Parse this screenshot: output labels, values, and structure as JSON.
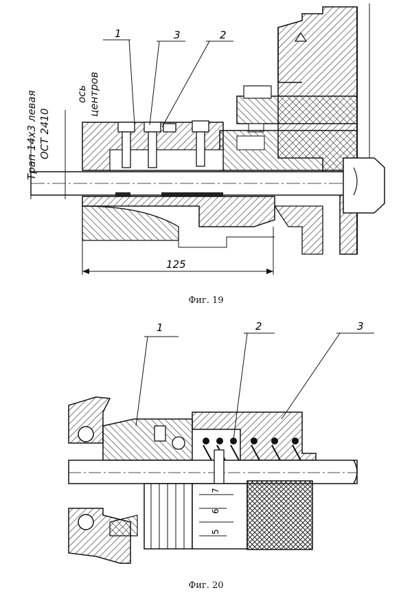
{
  "figure19": {
    "caption": "Фиг. 19",
    "side_note_line1": "Трап 14х3 левая",
    "side_note_line2": "ОСТ 2410",
    "axis_label_line1": "ось",
    "axis_label_line2": "центров",
    "callouts": [
      "1",
      "3",
      "2"
    ],
    "dimension": "125"
  },
  "figure20": {
    "caption": "Фиг. 20",
    "callouts": [
      "1",
      "2",
      "3"
    ],
    "scale_marks": [
      "7",
      "6",
      "5"
    ]
  }
}
